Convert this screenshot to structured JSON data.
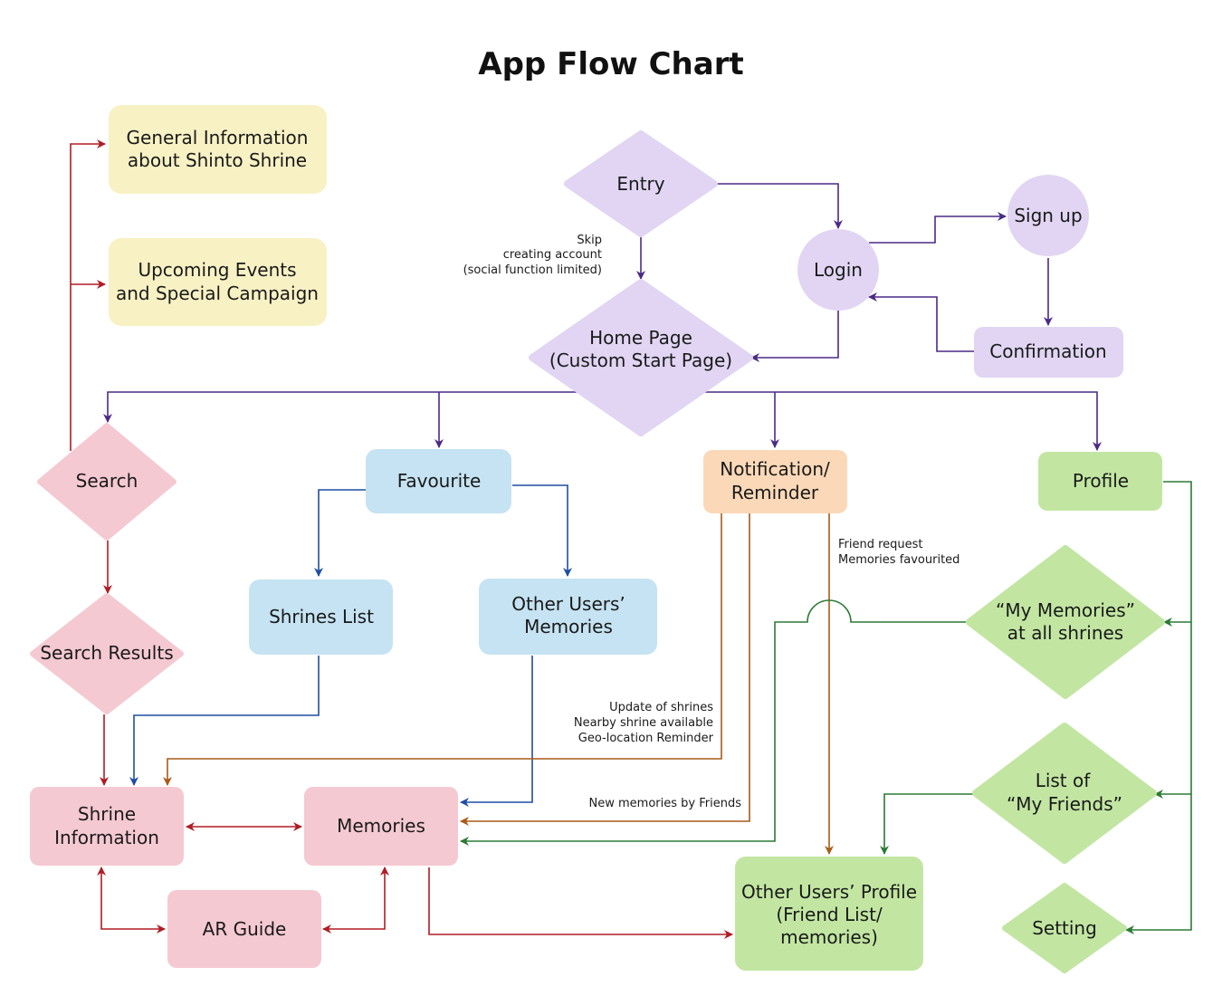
{
  "title": "App Flow Chart",
  "colors": {
    "purple_fill": "#e1d5f3",
    "purple_line": "#4b2a85",
    "pink_fill": "#f5c9d2",
    "red_line": "#b01c24",
    "blue_fill": "#c5e3f2",
    "blue_line": "#1f4ea3",
    "orange_fill": "#fbd9b8",
    "orange_line": "#a85a18",
    "green_fill": "#c2e6a2",
    "green_line": "#2b7a35",
    "yellow_fill": "#f8f1c4"
  },
  "nodes": {
    "general_info": [
      "General Information",
      "about Shinto Shrine"
    ],
    "upcoming_events": [
      "Upcoming Events",
      "and Special Campaign"
    ],
    "entry": [
      "Entry"
    ],
    "login": [
      "Login"
    ],
    "sign_up": [
      "Sign up"
    ],
    "confirmation": [
      "Confirmation"
    ],
    "home_page": [
      "Home Page",
      "(Custom Start Page)"
    ],
    "search": [
      "Search"
    ],
    "favourite": [
      "Favourite"
    ],
    "notification": [
      "Notification/",
      "Reminder"
    ],
    "profile": [
      "Profile"
    ],
    "shrines_list": [
      "Shrines List"
    ],
    "other_users_memories": [
      "Other Users’",
      "Memories"
    ],
    "search_results": [
      "Search Results"
    ],
    "my_memories": [
      "“My Memories”",
      "at all shrines"
    ],
    "my_friends": [
      "List of",
      "“My Friends”"
    ],
    "shrine_info": [
      "Shrine",
      "Information"
    ],
    "memories": [
      "Memories"
    ],
    "ar_guide": [
      "AR Guide"
    ],
    "other_users_profile": [
      "Other Users’ Profile",
      "(Friend List/",
      "memories)"
    ],
    "setting": [
      "Setting"
    ]
  },
  "notes": {
    "skip": [
      "Skip",
      "creating account",
      "(social function limited)"
    ],
    "friend_request": [
      "Friend request",
      "Memories favourited"
    ],
    "update_shrines": [
      "Update of shrines",
      "Nearby shrine available",
      "Geo-location Reminder"
    ],
    "new_memories": [
      "New memories by Friends"
    ]
  }
}
